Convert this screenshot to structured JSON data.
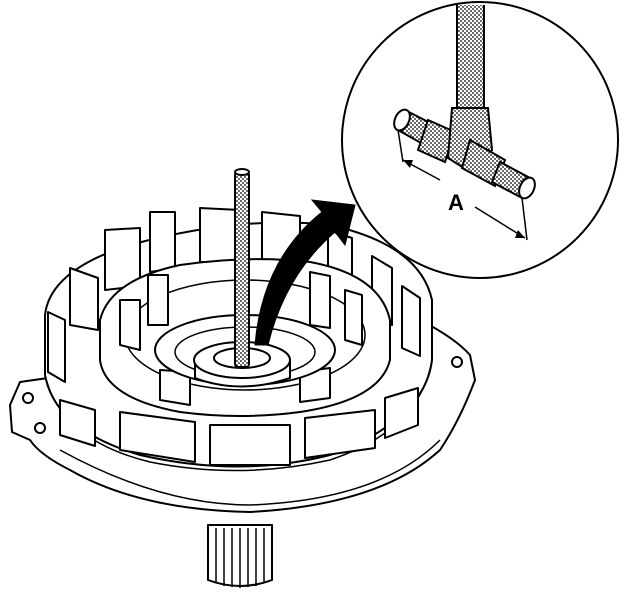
{
  "diagram": {
    "callout_label": "A",
    "colors": {
      "ink": "#000000",
      "paper": "#ffffff"
    },
    "parts": {
      "housing": "clutch-housing",
      "shaft": "output-shaft",
      "rod": "measuring-rod",
      "gauge": "t-handle-gauge",
      "arrow": "callout-arrow",
      "magnifier": "detail-circle"
    }
  }
}
